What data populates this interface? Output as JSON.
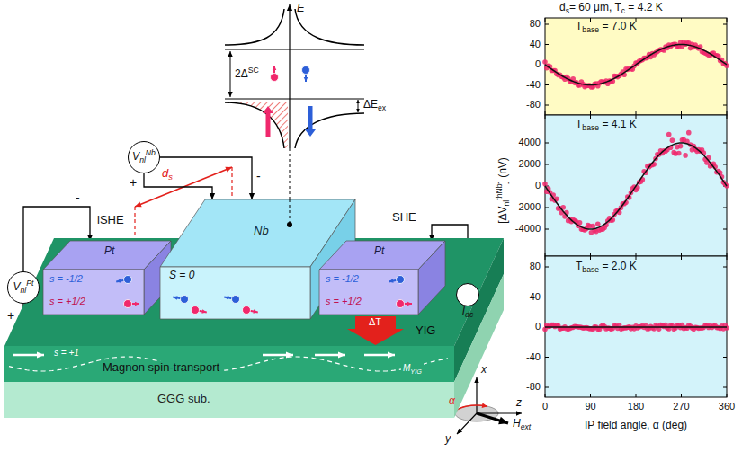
{
  "diagram": {
    "nodes": [
      {
        "text": [
          "YIG"
        ]
      },
      {
        "text": [
          "GGG sub."
        ]
      },
      {
        "text": [
          "Pt"
        ]
      },
      {
        "text": [
          "Nb"
        ]
      },
      {
        "text": [
          "Pt"
        ]
      },
      {
        "text": [
          "V",
          "nl",
          "Pt"
        ]
      },
      {
        "text": [
          "V",
          "nl",
          "Nb"
        ]
      },
      {
        "text": [
          "I",
          "dc"
        ]
      }
    ],
    "edges": [
      {
        "from": 5,
        "to": 2,
        "arrow": "to"
      },
      {
        "from": 5,
        "to": 2,
        "arrow": "to"
      },
      {
        "from": 6,
        "to": 3,
        "arrow": "to"
      },
      {
        "from": 6,
        "to": 3,
        "arrow": "to"
      },
      {
        "from": 7,
        "to": 4,
        "arrow": "to"
      },
      {
        "from": 7,
        "to": 4,
        "arrow": "to"
      }
    ],
    "labels": [
      "iSHE",
      "SHE",
      "s = -1/2",
      "s = +1/2",
      "s = -1/2",
      "s = +1/2",
      "S = 0",
      "+",
      "-",
      "+",
      "-",
      "d",
      "s",
      "E",
      "2Δ",
      "SC",
      "ΔE",
      "ex",
      "ΔT",
      "Magnon spin-transport",
      "s = +1",
      "M",
      "YIG",
      "x",
      "y",
      "z",
      "α",
      "H",
      "ext",
      "d",
      "s",
      "= 60 μm, T",
      "c",
      " = 4.2 K",
      "T",
      "base",
      " = 7.0 K",
      "T",
      "base",
      " = 4.1 K",
      "T",
      "base",
      " = 2.0 K",
      "80",
      "40",
      "0",
      "-40",
      "-80",
      "4000",
      "2000",
      "0",
      "-2000",
      "-4000",
      "80",
      "40",
      "0",
      "-40",
      "-80",
      "0",
      "90",
      "180",
      "270",
      "360",
      "[ΔV",
      "nl",
      "thNb",
      "] (nV)",
      "IP field angle, α (deg)"
    ]
  }
}
